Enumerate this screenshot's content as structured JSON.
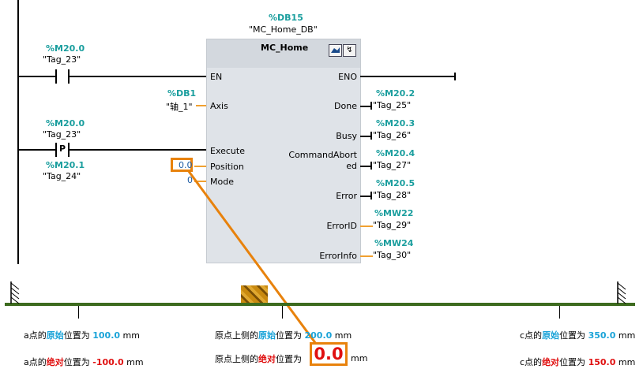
{
  "db": {
    "address": "%DB15",
    "name": "\"MC_Home_DB\""
  },
  "block": {
    "title": "MC_Home"
  },
  "contact_top": {
    "address": "%M20.0",
    "tag": "\"Tag_23\""
  },
  "axis_param": {
    "address": "%DB1",
    "tag": "\"轴_1\""
  },
  "contact_exec": {
    "address": "%M20.0",
    "tag": "\"Tag_23\"",
    "symbol": "P"
  },
  "contact_edge": {
    "address": "%M20.1",
    "tag": "\"Tag_24\""
  },
  "inputs": {
    "en": "EN",
    "axis": "Axis",
    "execute": "Execute",
    "position": "Position",
    "mode": "Mode",
    "position_value": "0.0",
    "mode_value": "0"
  },
  "outputs": {
    "eno": "ENO",
    "done": {
      "label": "Done",
      "address": "%M20.2",
      "tag": "\"Tag_25\""
    },
    "busy": {
      "label": "Busy",
      "address": "%M20.3",
      "tag": "\"Tag_26\""
    },
    "abort": {
      "label1": "CommandAbort",
      "label2": "ed",
      "address": "%M20.4",
      "tag": "\"Tag_27\""
    },
    "error": {
      "label": "Error",
      "address": "%M20.5",
      "tag": "\"Tag_28\""
    },
    "errorid": {
      "label": "ErrorID",
      "address": "%MW22",
      "tag": "\"Tag_29\""
    },
    "errorinfo": {
      "label": "ErrorInfo",
      "address": "%MW24",
      "tag": "\"Tag_30\""
    }
  },
  "annotations": {
    "a_orig": {
      "p1": "a点的",
      "p2": "原始",
      "p3": "位置为 ",
      "val": "100.0",
      "unit": " mm"
    },
    "a_abs": {
      "p1": "a点的",
      "p2": "绝对",
      "p3": "位置为 ",
      "val": "-100.0",
      "unit": " mm"
    },
    "o_orig": {
      "p1": "原点上侧的",
      "p2": "原始",
      "p3": "位置为 ",
      "val": "200.0",
      "unit": " mm"
    },
    "o_abs": {
      "p1": "原点上侧的",
      "p2": "绝对",
      "p3": "位置为",
      "val": "0.0",
      "unit": "mm"
    },
    "c_orig": {
      "p1": "c点的",
      "p2": "原始",
      "p3": "位置为 ",
      "val": "350.0",
      "unit": " mm"
    },
    "c_abs": {
      "p1": "c点的",
      "p2": "绝对",
      "p3": "位置为 ",
      "val": "150.0",
      "unit": " mm"
    }
  },
  "colors": {
    "accent_orange": "#e8820c",
    "teal": "#1a9e9e",
    "blue": "#1aa3d8",
    "red": "#e01010",
    "ground": "#3d6b1f"
  }
}
